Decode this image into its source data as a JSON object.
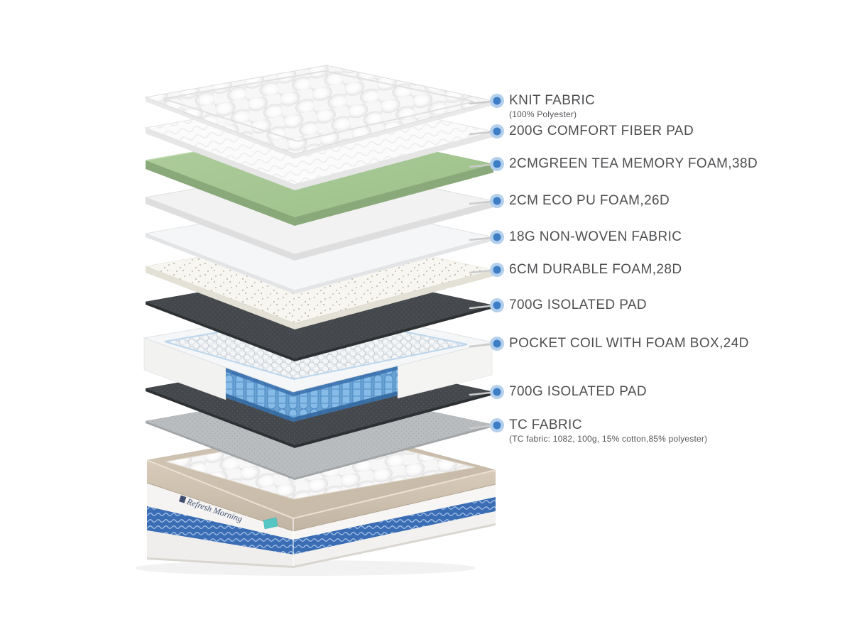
{
  "page": {
    "background": "#ffffff",
    "description": "Exploded view diagram of mattress construction layers"
  },
  "callout_style": {
    "dot_inner_color": "#3e7ec5",
    "dot_outer_color": "#b5d0ec",
    "leader_color": "#cbcbcb",
    "text_color": "#4e4f51"
  },
  "layers": [
    {
      "label": "KNIT FABRIC",
      "sublabel": "(100% Polyester)",
      "appearance": "white quilted sheet",
      "color": "#fbfbfb"
    },
    {
      "label": "200G COMFORT FIBER PAD",
      "appearance": "white fiber pad",
      "color": "#fafafa"
    },
    {
      "label": "2CMGREEN TEA MEMORY FOAM,38D",
      "appearance": "green foam sheet",
      "color": "#a6c994"
    },
    {
      "label": "2CM ECO PU FOAM,26D",
      "appearance": "white foam sheet",
      "color": "#f2f2f2"
    },
    {
      "label": "18G NON-WOVEN FABRIC",
      "appearance": "thin white sheet",
      "color": "#f5f6f7"
    },
    {
      "label": "6CM DURABLE FOAM,28D",
      "appearance": "speckled cream foam",
      "color": "#f7f6f1"
    },
    {
      "label": "700G ISOLATED PAD",
      "appearance": "dark grey felt pad",
      "color": "#44474b"
    },
    {
      "label": "POCKET COIL WITH FOAM BOX,24D",
      "appearance": "blue pocket coils in white foam frame",
      "color": "#86bce7"
    },
    {
      "label": "700G ISOLATED PAD",
      "appearance": "dark grey felt pad",
      "color": "#44474b"
    },
    {
      "label": "TC FABRIC",
      "sublabel": "(TC fabric: 1082, 100g, 15% cotton,85% polyester)",
      "appearance": "grey woven sheet",
      "color": "#babdbf"
    }
  ],
  "mattress": {
    "brand": "Refresh Morning",
    "band_color": "#3b6db5",
    "gusset_color": "#cbbeac",
    "tag_color": "#55c6c4"
  }
}
